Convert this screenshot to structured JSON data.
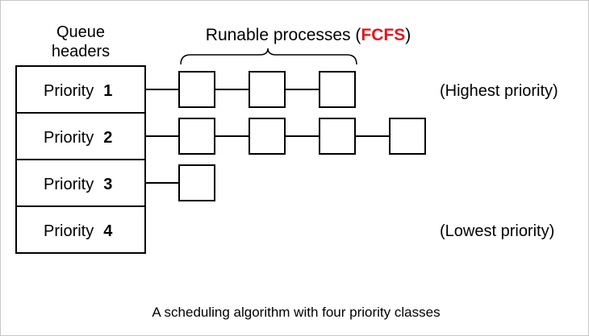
{
  "queue_headers_label": [
    "Queue",
    "headers"
  ],
  "runable_label": {
    "before": "Runable processes (",
    "highlight": "FCFS",
    "after": ")"
  },
  "priorities": [
    {
      "word": "Priority",
      "number": "1",
      "process_count": 3,
      "note": "(Highest priority)"
    },
    {
      "word": "Priority",
      "number": "2",
      "process_count": 4,
      "note": ""
    },
    {
      "word": "Priority",
      "number": "3",
      "process_count": 1,
      "note": ""
    },
    {
      "word": "Priority",
      "number": "4",
      "process_count": 0,
      "note": "(Lowest priority)"
    }
  ],
  "caption": "A scheduling algorithm with four priority classes",
  "colors": {
    "highlight": "#e8141c",
    "stroke": "#000000",
    "frame": "#c8c8c8"
  }
}
